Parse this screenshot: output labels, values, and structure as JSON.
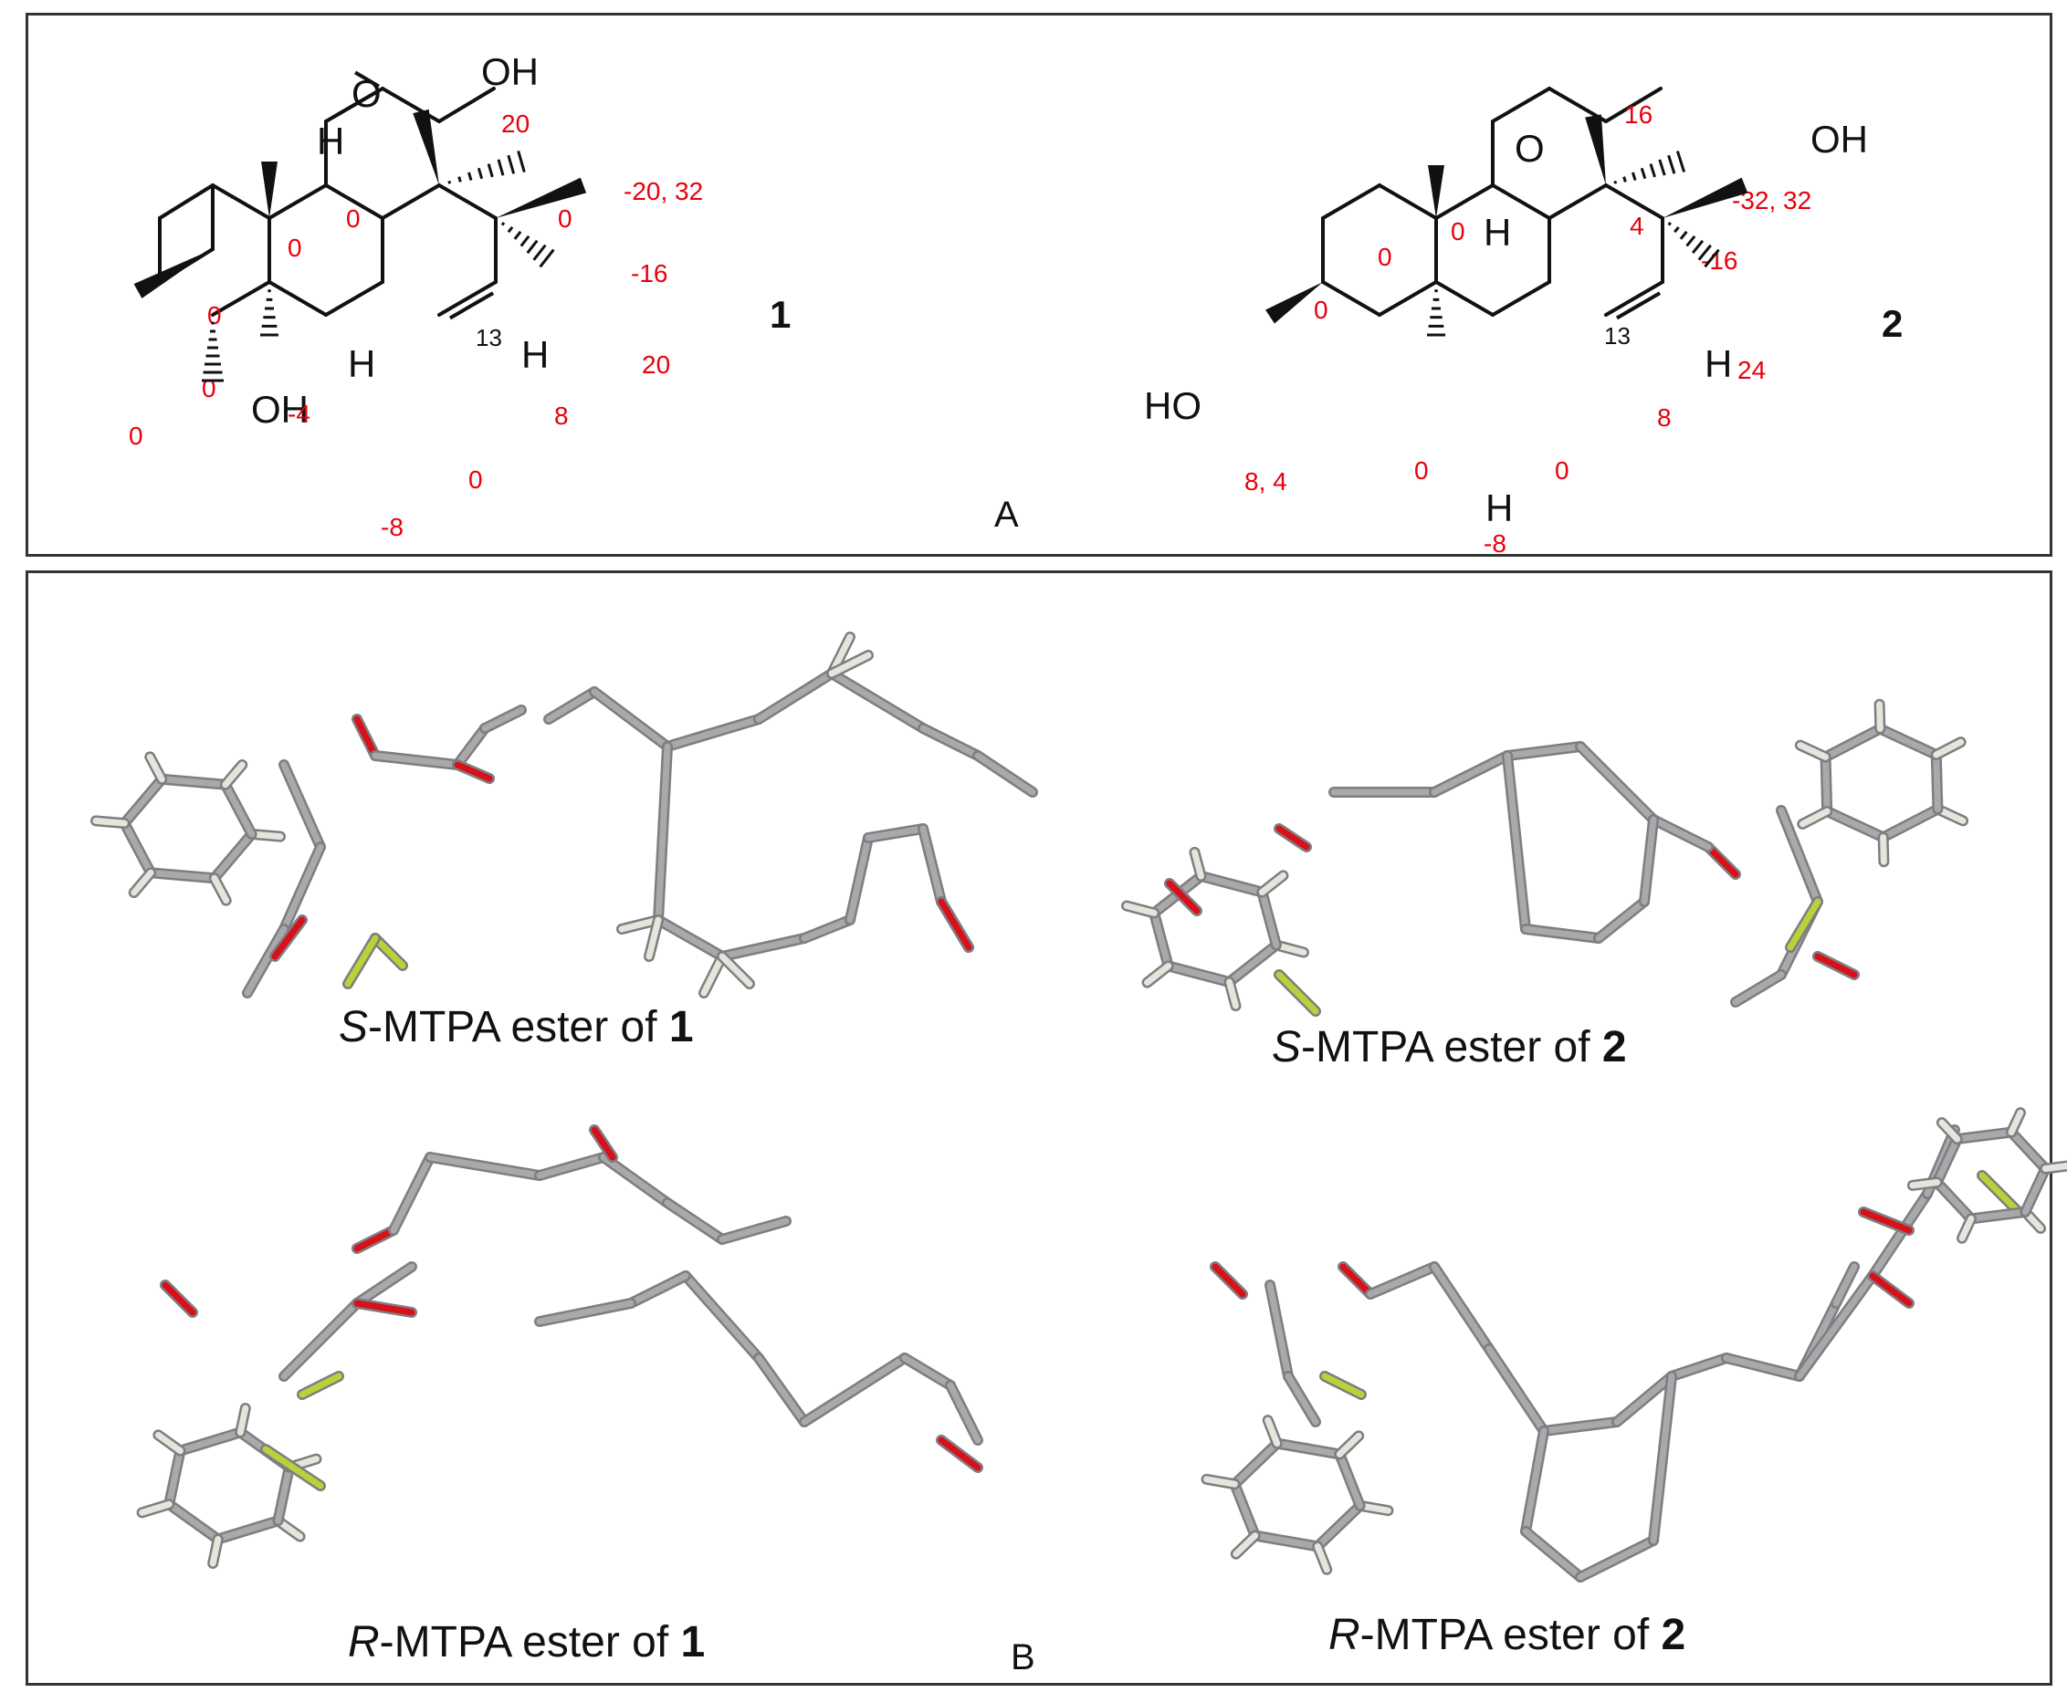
{
  "colors": {
    "label": "#e8000b",
    "bond": "#111111",
    "stick": "#a9a9ab",
    "stick_dark": "#7e7e82",
    "oxygen": "#d8101a",
    "fluorine": "#b7d33a",
    "hydrogen": "#e4e6dc",
    "nitrogen_like": "#8d8fa8"
  },
  "panel_a": {
    "label": "A",
    "compound1": {
      "id": "1",
      "atoms": {
        "O": "O",
        "OH_top": "OH",
        "OH_bottom": "OH",
        "H_top": "H",
        "H_bottom": "H",
        "H_13": "H"
      },
      "locant": "13",
      "shifts": [
        "20",
        "-20, 32",
        "0",
        "0",
        "-16",
        "20",
        "0",
        "0",
        "0",
        "0",
        "-4",
        "-8",
        "8",
        "0"
      ]
    },
    "compound2": {
      "id": "2",
      "atoms": {
        "O": "O",
        "OH_top": "OH",
        "HO_left": "HO",
        "H_top": "H",
        "H_bottom": "H",
        "H_13": "H"
      },
      "locant": "13",
      "shifts": [
        "16",
        "-32, 32",
        "4",
        "0",
        "-16",
        "24",
        "0",
        "0",
        "0",
        "8, 4",
        "-8",
        "8",
        "0"
      ]
    }
  },
  "panel_b": {
    "label": "B",
    "captions": [
      {
        "prefix": "S",
        "text": "-MTPA ester of ",
        "compound": "1"
      },
      {
        "prefix": "S",
        "text": "-MTPA ester of ",
        "compound": "2"
      },
      {
        "prefix": "R",
        "text": "-MTPA ester of ",
        "compound": "1"
      },
      {
        "prefix": "R",
        "text": "-MTPA ester of ",
        "compound": "2"
      }
    ]
  }
}
